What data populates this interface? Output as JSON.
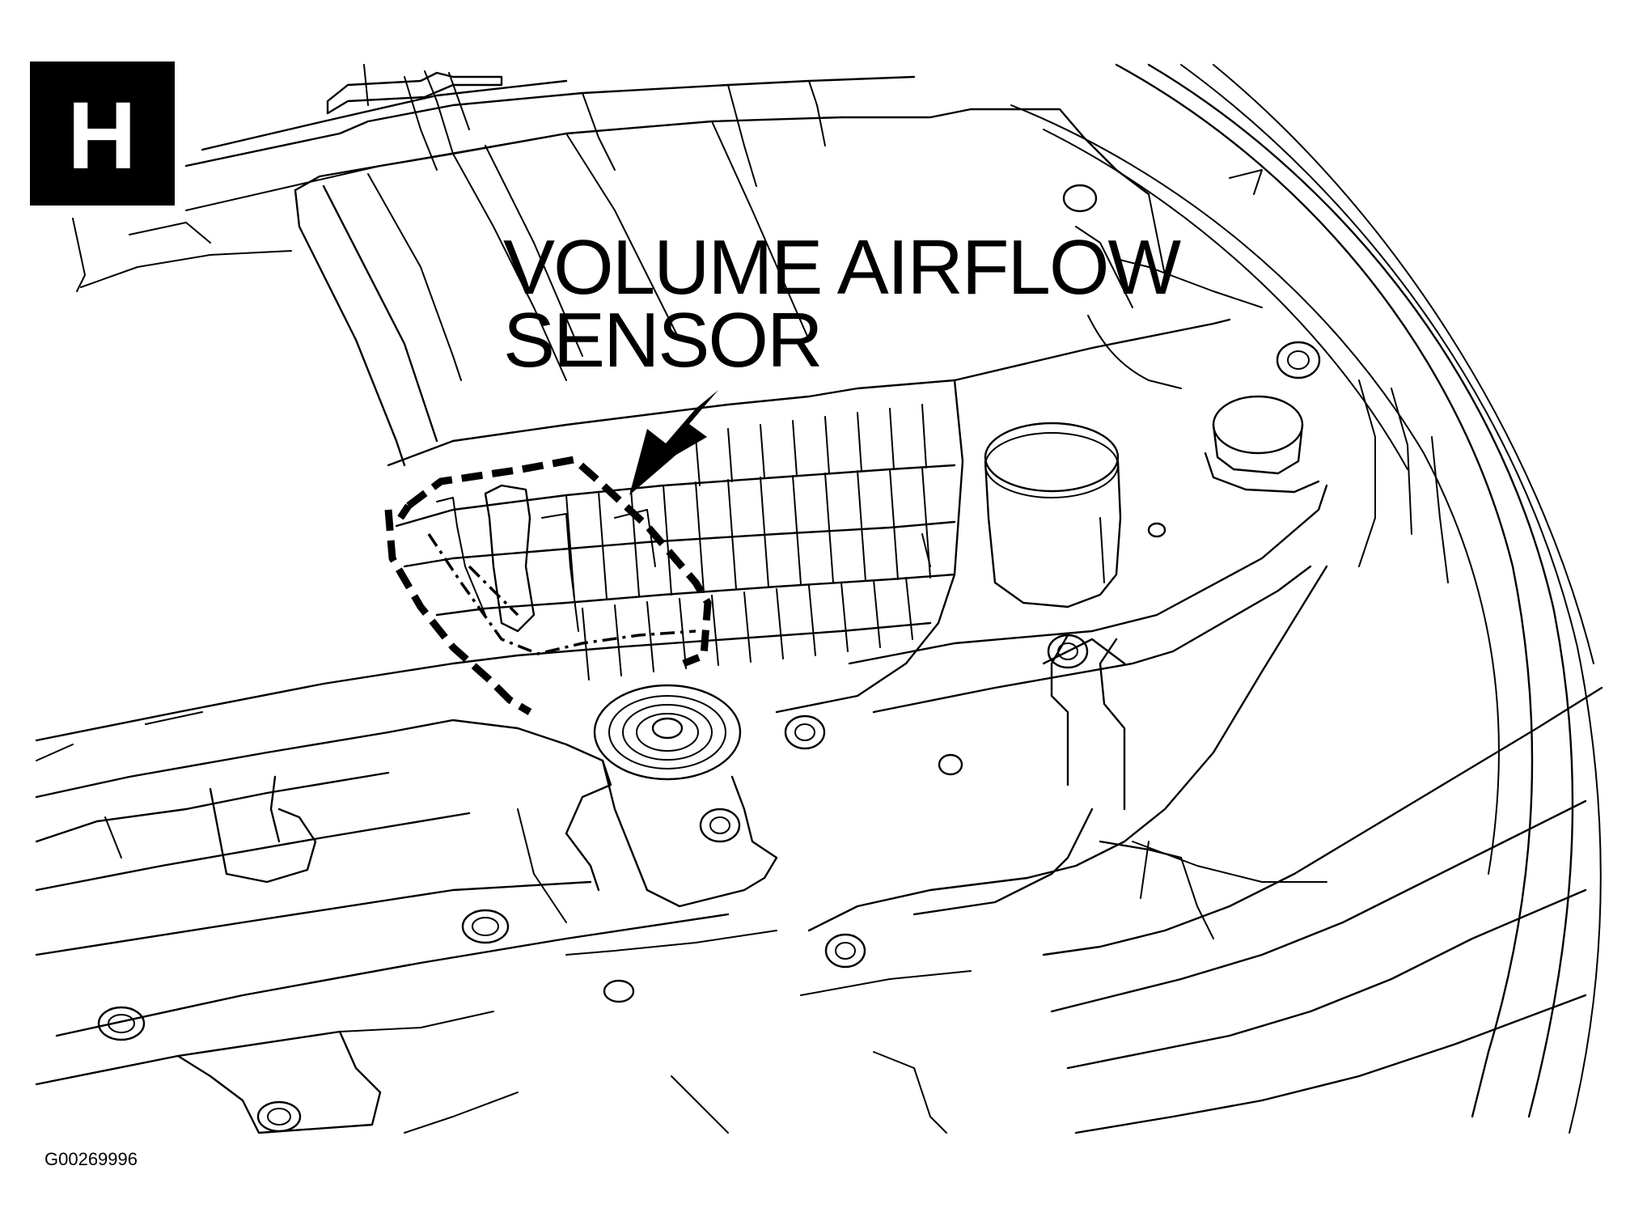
{
  "badge": {
    "letter": "H"
  },
  "callout": {
    "line1": "VOLUME AIRFLOW",
    "line2": "SENSOR"
  },
  "figure_id": "G00269996"
}
